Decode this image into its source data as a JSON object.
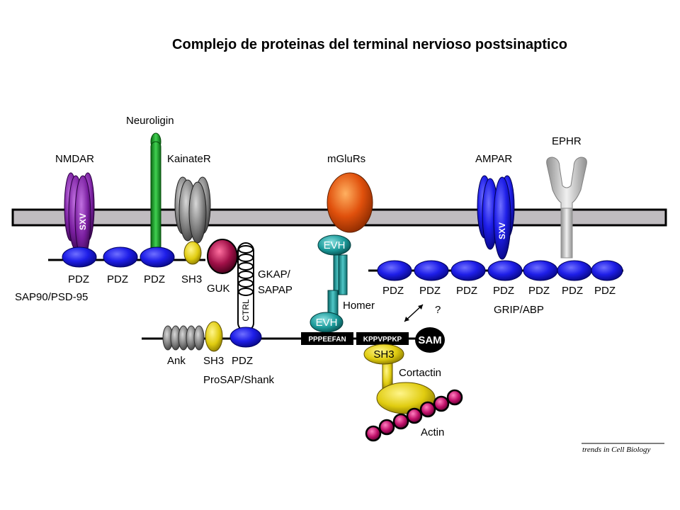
{
  "title": "Complejo de proteinas del terminal nervioso postsinaptico",
  "receptors": {
    "neuroligin": "Neuroligin",
    "nmdar": "NMDAR",
    "kainater": "KainateR",
    "mglurs": "mGluRs",
    "ampar": "AMPAR",
    "ephr": "EPHR"
  },
  "motifs": {
    "nmdar_sxv": "SXV",
    "ampar_sxv": "SXV"
  },
  "sap90": {
    "domains": [
      "PDZ",
      "PDZ",
      "PDZ",
      "SH3"
    ],
    "guk": "GUK",
    "name": "SAP90/PSD-95"
  },
  "gkap": {
    "name_line1": "GKAP/",
    "name_line2": "SAPAP",
    "ctrl": "CTRL"
  },
  "homer": {
    "evh_top": "EVH",
    "evh_bottom": "EVH",
    "name": "Homer"
  },
  "shank": {
    "ank": "Ank",
    "sh3": "SH3",
    "pdz": "PDZ",
    "name": "ProSAP/Shank",
    "motif1": "PPPEEFAN",
    "motif2": "KPPVPPKP",
    "sam": "SAM",
    "question": "?"
  },
  "grip": {
    "domains": [
      "PDZ",
      "PDZ",
      "PDZ",
      "PDZ",
      "PDZ",
      "PDZ",
      "PDZ"
    ],
    "name": "GRIP/ABP"
  },
  "cortactin": {
    "sh3": "SH3",
    "name": "Cortactin"
  },
  "actin": "Actin",
  "credit": "trends in Cell Biology",
  "colors": {
    "membrane": "#c0bcc0",
    "blue_domain": "#1a1ae6",
    "purple": "#7a1fa0",
    "green": "#1a9a2a",
    "gray": "#808080",
    "orange": "#e05a10",
    "teal": "#2aa0a0",
    "yellow": "#e6d21a",
    "maroon": "#8a1040",
    "actin_bead": "#c01a6a"
  }
}
